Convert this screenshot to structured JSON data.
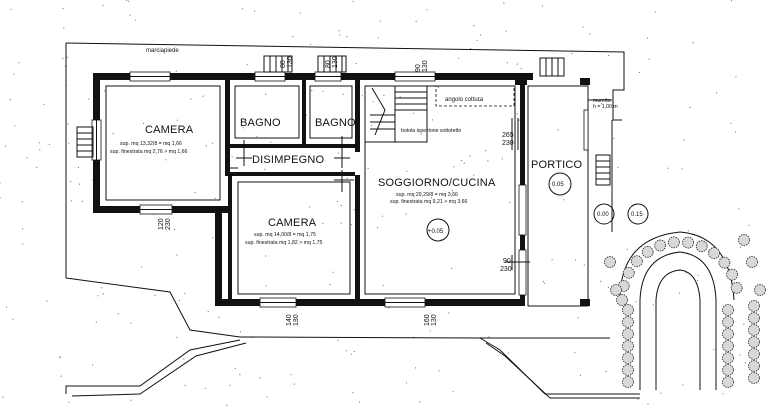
{
  "labels": {
    "sidewalk": "marciapiede",
    "room_camera_left": "CAMERA",
    "room_camera_left_area": "sup. mq 13,32/8 = mq 1,66",
    "room_camera_left_window": "sup. finestrata mq 2,76 > mq 1,66",
    "room_bagno_1": "BAGNO",
    "room_bagno_2": "BAGNO",
    "room_disimpegno": "DISIMPEGNO",
    "room_camera_center": "CAMERA",
    "room_camera_center_area": "sup. mq 14,00/8 = mq 1,75",
    "room_camera_center_window": "sup. finestrata mq 1,82 > mq 1,75",
    "room_soggiorno": "SOGGIORNO/CUCINA",
    "room_soggiorno_area": "sup. mq 29,29/8 = mq 3,66",
    "room_soggiorno_window": "sup. finestrata mq 9,21 > mq 3,66",
    "angolo_cottura": "angolo cottura",
    "botola": "botola ispezione sottotetto",
    "portico": "PORTICO",
    "muretto": "muretto",
    "muretto_h": "h = 1,00 m"
  },
  "levels": {
    "portico": "0.05",
    "soggiorno": "+0.05",
    "ext_1": "0.00",
    "ext_2": "0.15"
  },
  "dimensions": {
    "top_1_a": "80",
    "top_1_b": "130",
    "top_2_a": "80",
    "top_2_b": "130",
    "top_3_a": "90",
    "top_3_b": "130",
    "door_a": "265",
    "door_b": "230",
    "left_a": "120",
    "left_b": "230",
    "right_a": "90",
    "right_b": "230",
    "bot_1_a": "140",
    "bot_1_b": "130",
    "bot_2_a": "160",
    "bot_2_b": "130"
  }
}
